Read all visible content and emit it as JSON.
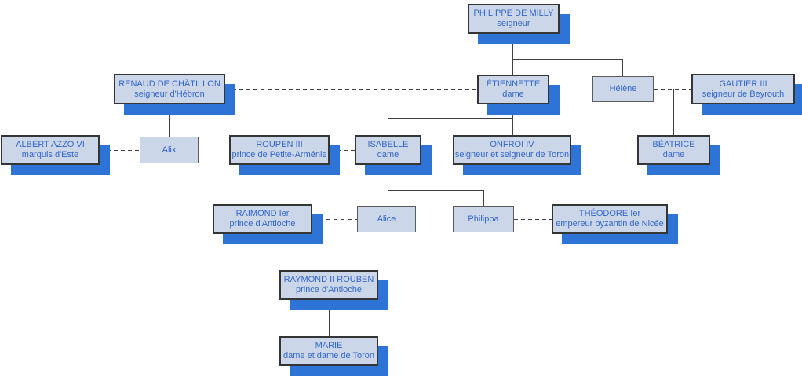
{
  "colors": {
    "background": "#FFFFFF",
    "boxFill": "#CBD7E9",
    "boxBorderMajor": "#353535",
    "boxBorderMinor": "#5A5A5A",
    "shadow": "#2E74D6",
    "text": "#3366CC",
    "line": "#404040"
  },
  "tree": {
    "type": "family-tree",
    "nodes": {
      "philippe": {
        "name": "PHILIPPE DE MILLY",
        "title": "seigneur"
      },
      "renaud": {
        "name": "RENAUD DE CHÂTILLON",
        "title": "seigneur d'Hébron"
      },
      "etiennette": {
        "name": "ÉTIENNETTE",
        "title": "dame"
      },
      "helene": {
        "name": "Hélène"
      },
      "gautier": {
        "name": "GAUTIER III",
        "title": "seigneur de Beyrouth"
      },
      "albert": {
        "name": "ALBERT AZZO VI",
        "title": "marquis d'Este"
      },
      "alix": {
        "name": "Alix"
      },
      "roupen": {
        "name": "ROUPEN III",
        "title": "prince de Petite-Arménie"
      },
      "isabelle": {
        "name": "ISABELLE",
        "title": "dame"
      },
      "onfroi": {
        "name": "ONFROI IV",
        "title": "seigneur et seigneur de Toron"
      },
      "beatrice": {
        "name": "BÉATRICE",
        "title": "dame"
      },
      "raimond": {
        "name": "RAIMOND Ier",
        "title": "prince d'Antioche"
      },
      "alice": {
        "name": "Alice"
      },
      "philippa": {
        "name": "Philippa"
      },
      "theodore": {
        "name": "THÉODORE Ier",
        "title": "empereur byzantin de Nicée"
      },
      "raymond2": {
        "name": "RAYMOND II ROUBEN",
        "title": "prince d'Antioche"
      },
      "marie": {
        "name": "MARIE",
        "title": "dame et dame de Toron"
      }
    },
    "couples_dashed": [
      [
        "renaud",
        "etiennette"
      ],
      [
        "helene",
        "gautier"
      ],
      [
        "albert",
        "alix"
      ],
      [
        "roupen",
        "isabelle"
      ],
      [
        "raimond",
        "alice"
      ],
      [
        "philippa",
        "theodore"
      ]
    ],
    "descent_solid": [
      {
        "parents": "philippe",
        "children": [
          "etiennette",
          "helene"
        ]
      },
      {
        "parents": "renaud+etiennette",
        "children": [
          "alix"
        ]
      },
      {
        "parents": "etiennette",
        "children": [
          "isabelle",
          "onfroi"
        ]
      },
      {
        "parents": "helene+gautier",
        "children": [
          "beatrice"
        ]
      },
      {
        "parents": "isabelle",
        "children": [
          "alice",
          "philippa"
        ]
      },
      {
        "parents": "raymond2",
        "children": [
          "marie"
        ]
      }
    ]
  }
}
